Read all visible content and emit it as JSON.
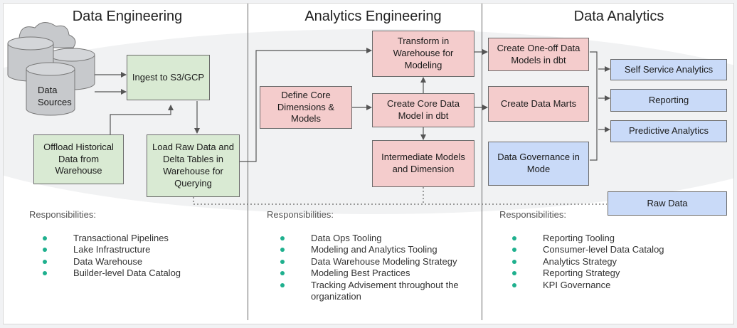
{
  "columns": {
    "data_engineering": "Data Engineering",
    "analytics_engineering": "Analytics Engineering",
    "data_analytics": "Data Analytics"
  },
  "nodes": {
    "data_sources": "Data Sources",
    "ingest": "Ingest to S3/GCP",
    "offload": "Offload Historical Data from Warehouse",
    "load_raw": "Load Raw Data and Delta Tables in Warehouse for Querying",
    "define_core": "Define Core Dimensions & Models",
    "transform": "Transform in Warehouse for Modeling",
    "create_core": "Create Core Data Model in dbt",
    "intermediate": "Intermediate Models and Dimension",
    "one_off": "Create One-off Data Models in dbt",
    "data_marts": "Create Data Marts",
    "governance": "Data Governance in Mode",
    "self_service": "Self Service Analytics",
    "reporting": "Reporting",
    "predictive": "Predictive Analytics",
    "raw_data": "Raw Data"
  },
  "responsibilities_label": "Responsibilities:",
  "responsibilities": {
    "data_engineering": [
      "Transactional Pipelines",
      "Lake Infrastructure",
      "Data Warehouse",
      "Builder-level Data Catalog"
    ],
    "analytics_engineering": [
      "Data Ops Tooling",
      "Modeling and Analytics Tooling",
      "Data Warehouse Modeling Strategy",
      "Modeling Best Practices",
      "Tracking Advisement throughout the organization"
    ],
    "data_analytics": [
      "Reporting Tooling",
      "Consumer-level Data Catalog",
      "Analytics Strategy",
      "Reporting Strategy",
      "KPI Governance"
    ]
  },
  "colors": {
    "green": "#d9ead3",
    "pink": "#f4cccc",
    "blue": "#c9daf8",
    "bullet": "#1fb08e"
  }
}
